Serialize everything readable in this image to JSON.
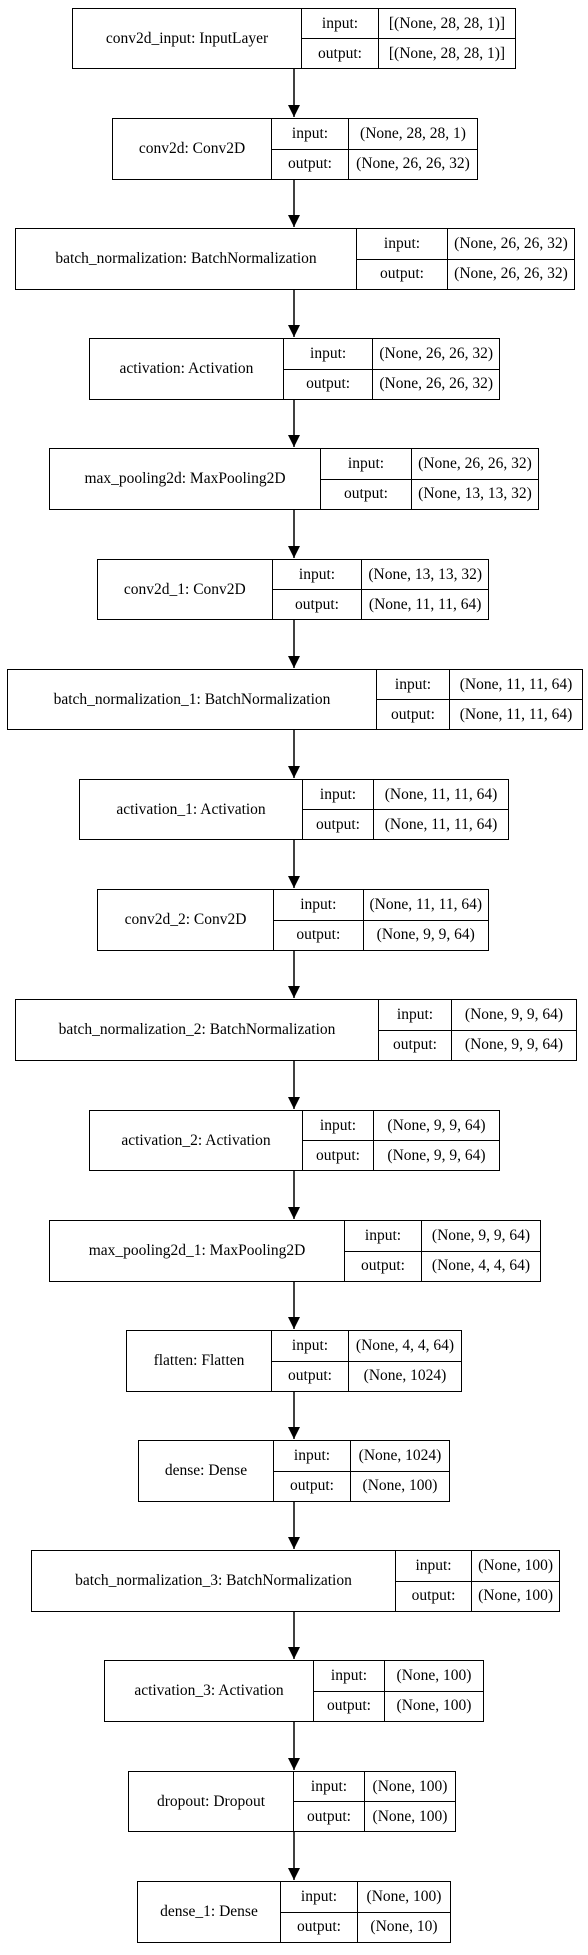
{
  "labels": {
    "input": "input:",
    "output": "output:"
  },
  "layers": [
    {
      "name": "conv2d_input: InputLayer",
      "input": "[(None, 28, 28, 1)]",
      "output": "[(None, 28, 28, 1)]"
    },
    {
      "name": "conv2d: Conv2D",
      "input": "(None, 28, 28, 1)",
      "output": "(None, 26, 26, 32)"
    },
    {
      "name": "batch_normalization: BatchNormalization",
      "input": "(None, 26, 26, 32)",
      "output": "(None, 26, 26, 32)"
    },
    {
      "name": "activation: Activation",
      "input": "(None, 26, 26, 32)",
      "output": "(None, 26, 26, 32)"
    },
    {
      "name": "max_pooling2d: MaxPooling2D",
      "input": "(None, 26, 26, 32)",
      "output": "(None, 13, 13, 32)"
    },
    {
      "name": "conv2d_1: Conv2D",
      "input": "(None, 13, 13, 32)",
      "output": "(None, 11, 11, 64)"
    },
    {
      "name": "batch_normalization_1: BatchNormalization",
      "input": "(None, 11, 11, 64)",
      "output": "(None, 11, 11, 64)"
    },
    {
      "name": "activation_1: Activation",
      "input": "(None, 11, 11, 64)",
      "output": "(None, 11, 11, 64)"
    },
    {
      "name": "conv2d_2: Conv2D",
      "input": "(None, 11, 11, 64)",
      "output": "(None, 9, 9, 64)"
    },
    {
      "name": "batch_normalization_2: BatchNormalization",
      "input": "(None, 9, 9, 64)",
      "output": "(None, 9, 9, 64)"
    },
    {
      "name": "activation_2: Activation",
      "input": "(None, 9, 9, 64)",
      "output": "(None, 9, 9, 64)"
    },
    {
      "name": "max_pooling2d_1: MaxPooling2D",
      "input": "(None, 9, 9, 64)",
      "output": "(None, 4, 4, 64)"
    },
    {
      "name": "flatten: Flatten",
      "input": "(None, 4, 4, 64)",
      "output": "(None, 1024)"
    },
    {
      "name": "dense: Dense",
      "input": "(None, 1024)",
      "output": "(None, 100)"
    },
    {
      "name": "batch_normalization_3: BatchNormalization",
      "input": "(None, 100)",
      "output": "(None, 100)"
    },
    {
      "name": "activation_3: Activation",
      "input": "(None, 100)",
      "output": "(None, 100)"
    },
    {
      "name": "dropout: Dropout",
      "input": "(None, 100)",
      "output": "(None, 100)"
    },
    {
      "name": "dense_1: Dense",
      "input": "(None, 100)",
      "output": "(None, 10)"
    }
  ]
}
